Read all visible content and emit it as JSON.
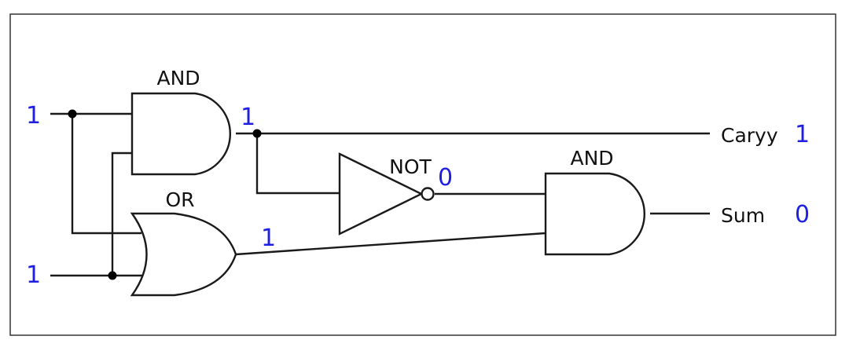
{
  "colors": {
    "value_text": "#1f1fe0",
    "wire": "#1a1a1a",
    "background": "#ffffff"
  },
  "inputs": {
    "a": "1",
    "b": "1"
  },
  "gates": {
    "and_top": {
      "label": "AND",
      "output": "1"
    },
    "or": {
      "label": "OR",
      "output": "1"
    },
    "not": {
      "label": "NOT",
      "output": "0"
    },
    "and_out": {
      "label": "AND"
    }
  },
  "outputs": {
    "carry": {
      "label": "Caryy",
      "value": "1"
    },
    "sum": {
      "label": "Sum",
      "value": "0"
    }
  }
}
